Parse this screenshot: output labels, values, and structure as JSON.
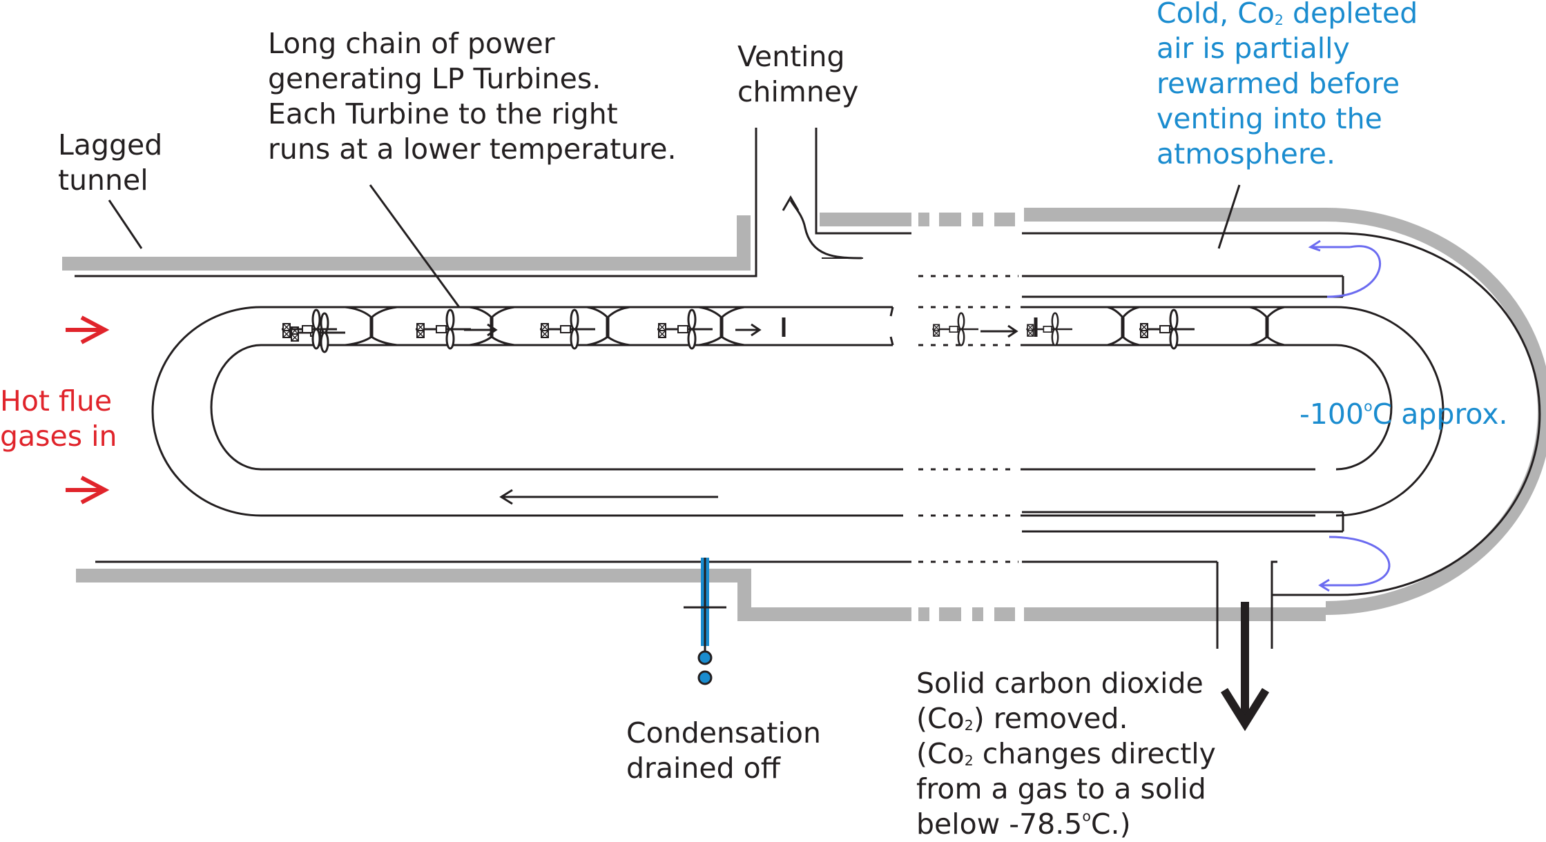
{
  "colors": {
    "ink": "#231f20",
    "insulation": "#b3b3b3",
    "label_blue": "#1a8ccf",
    "inlet_red": "#e0242b",
    "return_arrow": "#6b6bf0",
    "drain_blue": "#1a8ccf"
  },
  "labels": {
    "turbine_chain": "Long chain of power\ngenerating LP Turbines.\nEach Turbine to the right\nruns at a lower temperature.",
    "venting_chimney": "Venting\nchimney",
    "lagged_tunnel": "Lagged\ntunnel",
    "hot_flue": "Hot flue\ngases in",
    "cold_air_l1a": "Cold, Co",
    "cold_air_sub": "2",
    "cold_air_l1b": " depleted",
    "cold_air_rest": "air is partially\nrewarmed before\nventing into the\natmosphere.",
    "temperature_a": "-100",
    "temperature_sup": "o",
    "temperature_b": "C approx.",
    "condensation": "Condensation\ndrained off",
    "co2_l1": "Solid carbon dioxide",
    "co2_l2a": "(Co",
    "co2_l2sub": "2",
    "co2_l2b": ") removed.",
    "co2_l3a": "(Co",
    "co2_l3sub": "2",
    "co2_l3b": " changes directly",
    "co2_l4": "from a gas to a solid",
    "co2_l5a": "below -78.5",
    "co2_l5sup": "o",
    "co2_l5b": "C.)"
  }
}
